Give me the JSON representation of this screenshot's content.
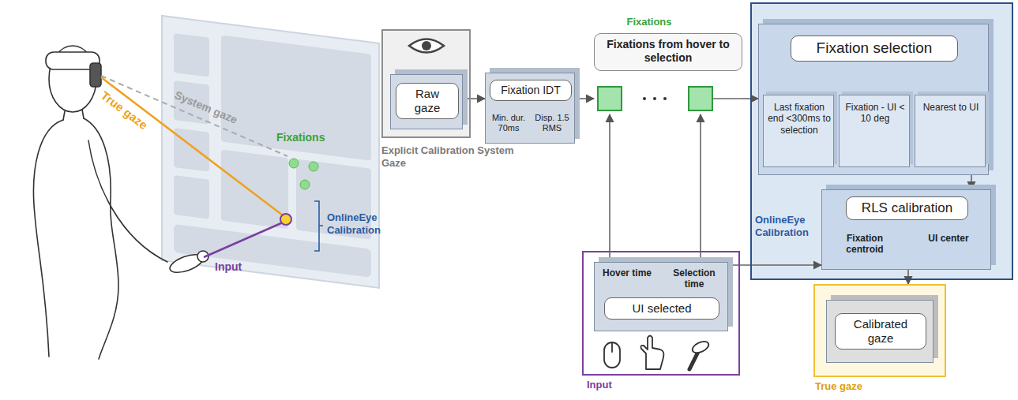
{
  "diagram": {
    "nodes": [
      {
        "text": [
          "Explicit Calibration System Gaze"
        ]
      },
      {
        "text": [
          "Raw gaze"
        ],
        "in": 0
      },
      {
        "text": [
          "Fixation IDT",
          "Min. dur. 70ms",
          "Disp. 1.5 RMS"
        ]
      },
      {
        "text": [
          "Fixations"
        ]
      },
      {
        "text": [
          "Fixations from hover to selection"
        ],
        "in": 3
      },
      {
        "text": [
          "Input"
        ]
      },
      {
        "text": [
          "Hover time",
          "Selection time",
          "UI selected"
        ],
        "in": 5
      },
      {
        "text": [
          "OnlineEye Calibration"
        ]
      },
      {
        "text": [
          "Fixation selection"
        ],
        "in": 7
      },
      {
        "text": [
          "Last fixation end <300ms to selection"
        ],
        "in": 8
      },
      {
        "text": [
          "Fixation - UI < 10 deg"
        ],
        "in": 8
      },
      {
        "text": [
          "Nearest to UI"
        ],
        "in": 8
      },
      {
        "text": [
          "RLS calibration",
          "Fixation centroid",
          "UI center"
        ],
        "in": 7
      },
      {
        "text": [
          "True gaze"
        ]
      },
      {
        "text": [
          "Calibrated gaze"
        ],
        "in": 13
      }
    ],
    "edges": [
      {
        "from": 1,
        "to": 2,
        "arrow": "to"
      },
      {
        "from": 2,
        "to": 3,
        "arrow": "to"
      },
      {
        "from": 6,
        "to": 3,
        "arrow": "to"
      },
      {
        "from": 6,
        "to": 3,
        "arrow": "to"
      },
      {
        "from": 3,
        "to": 8,
        "arrow": "to"
      },
      {
        "from": 6,
        "to": 12,
        "arrow": "to"
      },
      {
        "from": 8,
        "to": 12,
        "arrow": "to"
      },
      {
        "from": 12,
        "to": 13,
        "arrow": "to"
      }
    ],
    "labels": [
      "True gaze",
      "System gaze",
      "Fixations",
      "OnlineEye Calibration",
      "Input"
    ]
  }
}
